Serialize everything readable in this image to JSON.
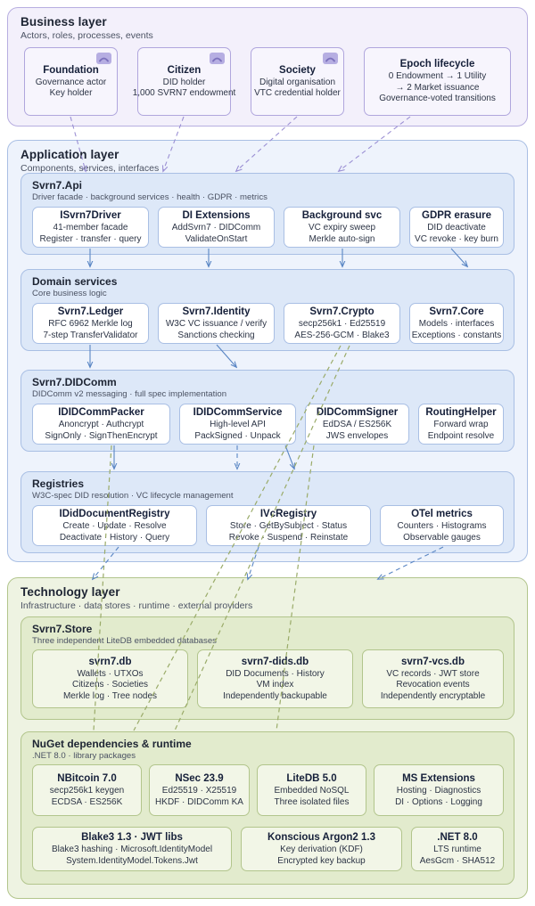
{
  "palette": {
    "business_fill": "#f3f0fb",
    "business_stroke": "#b0a6dd",
    "application_fill": "#eef3fc",
    "application_group_fill": "#dde8f8",
    "application_stroke": "#a9bfe4",
    "technology_fill": "#eef3e2",
    "technology_group_fill": "#e2ebcd",
    "technology_stroke": "#b2c58c",
    "arrow_purple": "#9b90d4",
    "arrow_blue": "#5a86c4",
    "arrow_green": "#9aab69",
    "text_primary": "#1d2433",
    "text_secondary": "#4b5263"
  },
  "layers": [
    {
      "id": "business",
      "title": "Business layer",
      "subtitle": "Actors, roles, processes, events",
      "cards": [
        {
          "title": "Foundation",
          "icon": "actor-icon",
          "lines": [
            "Governance actor",
            "Key holder"
          ]
        },
        {
          "title": "Citizen",
          "icon": "actor-icon",
          "lines": [
            "DID holder",
            "1,000 SVRN7 endowment"
          ]
        },
        {
          "title": "Society",
          "icon": "actor-icon",
          "lines": [
            "Digital organisation",
            "VTC credential holder"
          ]
        },
        {
          "title": "Epoch lifecycle",
          "icon": null,
          "lines": [
            "0 Endowment → 1 Utility",
            "→ 2 Market issuance",
            "Governance-voted transitions"
          ]
        }
      ]
    },
    {
      "id": "application",
      "title": "Application layer",
      "subtitle": "Components, services, interfaces",
      "groups": [
        {
          "id": "svrn7-api",
          "title": "Svrn7.Api",
          "subtitle": "Driver facade · background services · health · GDPR · metrics",
          "cards": [
            {
              "title": "ISvrn7Driver",
              "lines": [
                "41-member facade",
                "Register · transfer · query"
              ]
            },
            {
              "title": "DI Extensions",
              "lines": [
                "AddSvrn7 · DIDComm",
                "ValidateOnStart"
              ]
            },
            {
              "title": "Background svc",
              "lines": [
                "VC expiry sweep",
                "Merkle auto-sign"
              ]
            },
            {
              "title": "GDPR erasure",
              "lines": [
                "DID deactivate",
                "VC revoke · key burn"
              ]
            }
          ]
        },
        {
          "id": "domain-services",
          "title": "Domain services",
          "subtitle": "Core business logic",
          "cards": [
            {
              "title": "Svrn7.Ledger",
              "lines": [
                "RFC 6962 Merkle log",
                "7-step TransferValidator"
              ]
            },
            {
              "title": "Svrn7.Identity",
              "lines": [
                "W3C VC issuance / verify",
                "Sanctions checking"
              ]
            },
            {
              "title": "Svrn7.Crypto",
              "lines": [
                "secp256k1 · Ed25519",
                "AES-256-GCM · Blake3"
              ]
            },
            {
              "title": "Svrn7.Core",
              "lines": [
                "Models · interfaces",
                "Exceptions · constants"
              ]
            }
          ]
        },
        {
          "id": "svrn7-didcomm",
          "title": "Svrn7.DIDComm",
          "subtitle": "DIDComm v2 messaging · full spec implementation",
          "cards": [
            {
              "title": "IDIDCommPacker",
              "lines": [
                "Anoncrypt · Authcrypt",
                "SignOnly · SignThenEncrypt"
              ]
            },
            {
              "title": "IDIDCommService",
              "lines": [
                "High-level API",
                "PackSigned · Unpack"
              ]
            },
            {
              "title": "DIDCommSigner",
              "lines": [
                "EdDSA / ES256K",
                "JWS envelopes"
              ]
            },
            {
              "title": "RoutingHelper",
              "lines": [
                "Forward wrap",
                "Endpoint resolve"
              ]
            }
          ]
        },
        {
          "id": "registries",
          "title": "Registries",
          "subtitle": "W3C-spec DID resolution · VC lifecycle management",
          "cards": [
            {
              "title": "IDidDocumentRegistry",
              "lines": [
                "Create · Update · Resolve",
                "Deactivate · History · Query"
              ]
            },
            {
              "title": "IVcRegistry",
              "lines": [
                "Store · GetBySubject · Status",
                "Revoke · Suspend · Reinstate"
              ]
            },
            {
              "title": "OTel metrics",
              "lines": [
                "Counters · Histograms",
                "Observable gauges"
              ]
            }
          ]
        }
      ]
    },
    {
      "id": "technology",
      "title": "Technology layer",
      "subtitle": "Infrastructure · data stores · runtime · external providers",
      "groups": [
        {
          "id": "svrn7-store",
          "title": "Svrn7.Store",
          "subtitle": "Three independent LiteDB embedded databases",
          "cards": [
            {
              "title": "svrn7.db",
              "lines": [
                "Wallets · UTXOs",
                "Citizens · Societies",
                "Merkle log · Tree nodes"
              ]
            },
            {
              "title": "svrn7-dids.db",
              "lines": [
                "DID Documents · History",
                "VM index",
                "Independently backupable"
              ]
            },
            {
              "title": "svrn7-vcs.db",
              "lines": [
                "VC records · JWT store",
                "Revocation events",
                "Independently encryptable"
              ]
            }
          ]
        },
        {
          "id": "nuget",
          "title": "NuGet dependencies & runtime",
          "subtitle": ".NET 8.0 · library packages",
          "cards": [
            {
              "title": "NBitcoin 7.0",
              "lines": [
                "secp256k1 keygen",
                "ECDSA · ES256K"
              ]
            },
            {
              "title": "NSec 23.9",
              "lines": [
                "Ed25519 · X25519",
                "HKDF · DIDComm KA"
              ]
            },
            {
              "title": "LiteDB 5.0",
              "lines": [
                "Embedded NoSQL",
                "Three isolated files"
              ]
            },
            {
              "title": "MS Extensions",
              "lines": [
                "Hosting · Diagnostics",
                "DI · Options · Logging"
              ]
            },
            {
              "title": "Blake3 1.3 · JWT libs",
              "lines": [
                "Blake3 hashing · Microsoft.IdentityModel",
                "System.IdentityModel.Tokens.Jwt"
              ]
            },
            {
              "title": "Konscious Argon2 1.3",
              "lines": [
                "Key derivation (KDF)",
                "Encrypted key backup"
              ]
            },
            {
              "title": ".NET 8.0",
              "lines": [
                "LTS runtime",
                "AesGcm · SHA512"
              ]
            }
          ]
        }
      ]
    }
  ]
}
